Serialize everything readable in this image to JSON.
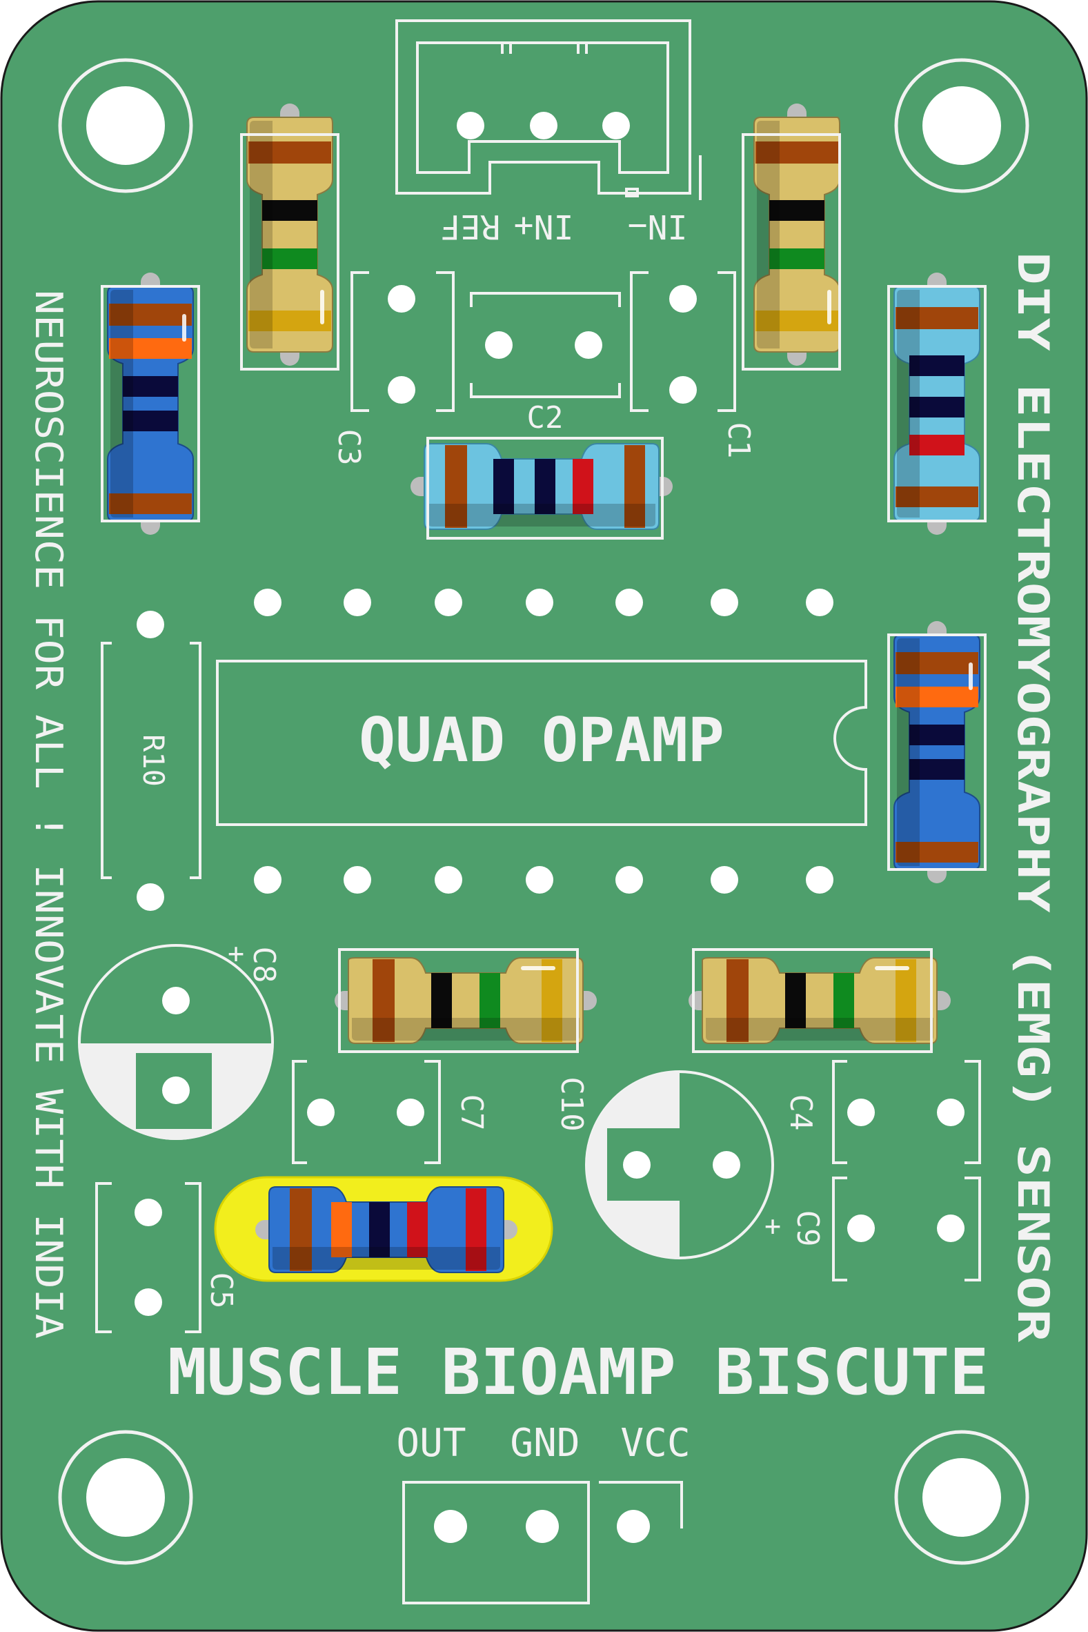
{
  "board": {
    "title": "MUSCLE BIOAMP BISCUTE",
    "side_right": "DIY ELECTROMYOGRAPHY (EMG) SENSOR",
    "side_left": "NEUROSCIENCE FOR ALL ! INNOVATE WITH INDIA",
    "ic_label": "QUAD OPAMP"
  },
  "input_connector": {
    "labels": [
      "REF",
      "IN+",
      "IN−"
    ]
  },
  "output_connector": {
    "labels": [
      "OUT",
      "GND",
      "VCC"
    ]
  },
  "designators": {
    "c1": "C1",
    "c2": "C2",
    "c3": "C3",
    "c4": "C4",
    "c5": "C5",
    "c7": "C7",
    "c8": "C8",
    "c9": "C9",
    "c10": "C10",
    "r10": "R10",
    "plus": "+"
  },
  "colors": {
    "board": "#4e9f6c",
    "silkscreen": "#f2f2f2",
    "highlight": "#f2ee1d",
    "resistor_tan": "#d9c06a",
    "resistor_blue": "#2f74d0",
    "resistor_light_blue": "#6cc3e0"
  },
  "icons": {
    "mounting_hole": "mounting-hole-icon",
    "pad": "pad-icon",
    "resistor": "resistor-icon",
    "electrolytic_cap": "electrolytic-capacitor-icon"
  }
}
